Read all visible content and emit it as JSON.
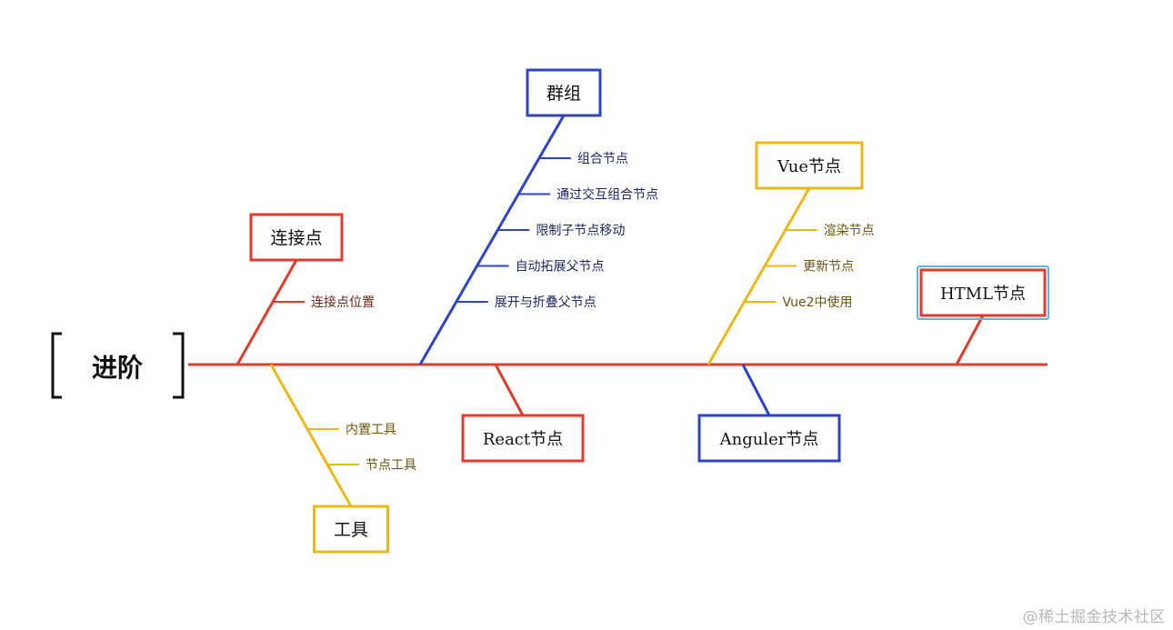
{
  "colors": {
    "red": "#e23a2c",
    "blue": "#2b44c9",
    "yellow": "#ecb817",
    "selection": "#5bb6e8",
    "root_text": "#111111",
    "red_text": "#6b2414",
    "blue_text": "#1d2766",
    "yellow_text": "#6b5410"
  },
  "root": {
    "label": "进阶"
  },
  "branches": [
    {
      "id": "connection-point",
      "label": "连接点",
      "color": "red",
      "side": "top",
      "children": [
        "连接点位置"
      ]
    },
    {
      "id": "tools",
      "label": "工具",
      "color": "yellow",
      "side": "bottom",
      "children": [
        "内置工具",
        "节点工具"
      ]
    },
    {
      "id": "group",
      "label": "群组",
      "color": "blue",
      "side": "top",
      "children": [
        "组合节点",
        "通过交互组合节点",
        "限制子节点移动",
        "自动拓展父节点",
        "展开与折叠父节点"
      ]
    },
    {
      "id": "react-node",
      "label": "React节点",
      "color": "red",
      "side": "bottom",
      "children": []
    },
    {
      "id": "vue-node",
      "label": "Vue节点",
      "color": "yellow",
      "side": "top",
      "children": [
        "渲染节点",
        "更新节点",
        "Vue2中使用"
      ]
    },
    {
      "id": "angular-node",
      "label": "Anguler节点",
      "color": "blue",
      "side": "bottom",
      "children": []
    },
    {
      "id": "html-node",
      "label": "HTML节点",
      "color": "red",
      "side": "top",
      "selected": true,
      "children": []
    }
  ],
  "watermark": "@稀土掘金技术社区"
}
